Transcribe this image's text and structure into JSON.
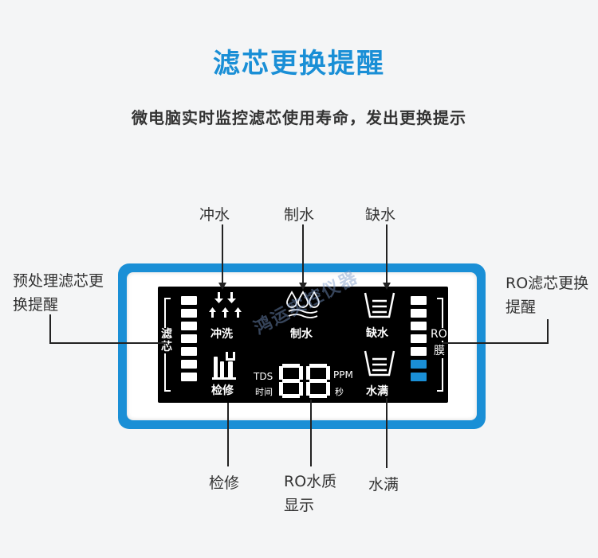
{
  "heading": {
    "title": "滤芯更换提醒",
    "subtitle": "微电脑实时监控滤芯使用寿命，发出更换提示"
  },
  "callouts": {
    "flush": "冲水",
    "make_water": "制水",
    "lack_water": "缺水",
    "pre_filter": "预处理滤芯更换提醒",
    "ro_filter": "RO滤芯更换提醒",
    "repair": "检修",
    "ro_quality": "RO水质显示",
    "full_water": "水满"
  },
  "lcd": {
    "filter_label": "滤\n芯",
    "flush_label": "冲洗",
    "make_label": "制水",
    "lack_label": "缺水",
    "repair_label": "检修",
    "full_label": "水满",
    "tds": "TDS",
    "time": "时间",
    "ppm": "PPM",
    "sec": "秒",
    "digits": "88",
    "ro_label": "RO",
    "membrane_label": "膜",
    "left_bar_segments": 7,
    "right_bar_segments": 7,
    "right_bar_blue_segments": 2,
    "accent_color": "#1a8fd6"
  },
  "watermark": "鸿运实控仪器"
}
